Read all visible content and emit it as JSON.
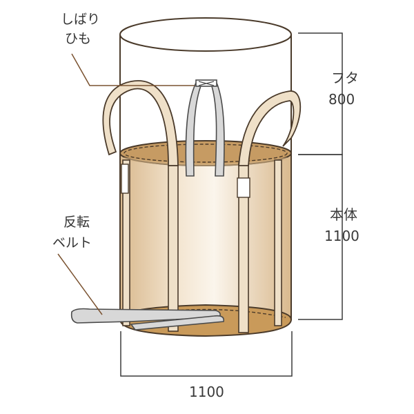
{
  "labels": {
    "tie_cord_line1": "しばり",
    "tie_cord_line2": "ひも",
    "reverse_belt_line1": "反転",
    "reverse_belt_line2": "ベルト",
    "lid_label": "フタ",
    "lid_value": "800",
    "body_label": "本体",
    "body_value": "1100",
    "width_value": "1100"
  },
  "colors": {
    "outline": "#4a3a2a",
    "body_fill": "#e8d2b0",
    "body_highlight": "#f6ece0",
    "bottom_fill": "#c99a5a",
    "lid_fill": "#ffffff",
    "belt_fill": "#efe0c8",
    "cord_fill": "#d8d8d8",
    "leader_line": "#7a5230",
    "dimension_line": "#3a3a3a"
  }
}
